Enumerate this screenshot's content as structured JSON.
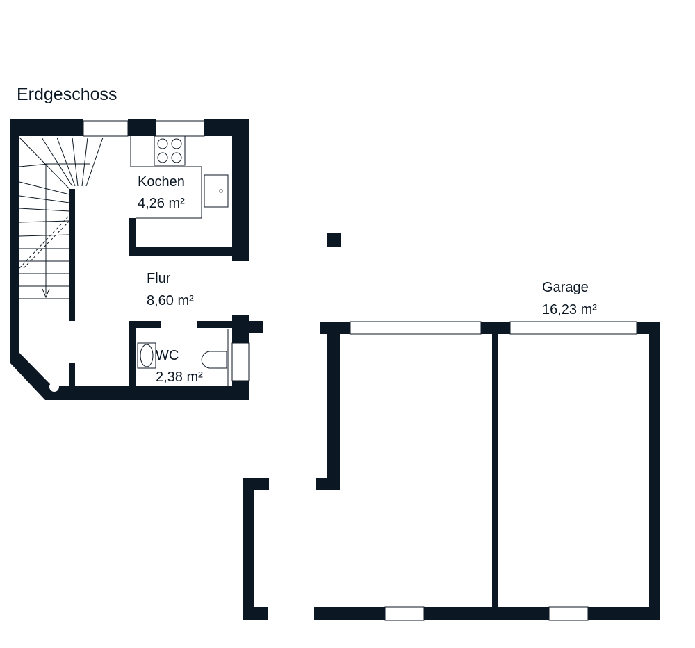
{
  "floor_title": "Erdgeschoss",
  "rooms": {
    "kitchen": {
      "name": "Kochen",
      "area": "4,26 m²"
    },
    "hall": {
      "name": "Flur",
      "area": "8,60 m²"
    },
    "wc": {
      "name": "WC",
      "area": "2,38 m²"
    },
    "garage": {
      "name": "Garage",
      "area": "16,23 m²"
    }
  },
  "colors": {
    "wall": "#0b1722",
    "background": "#ffffff"
  }
}
